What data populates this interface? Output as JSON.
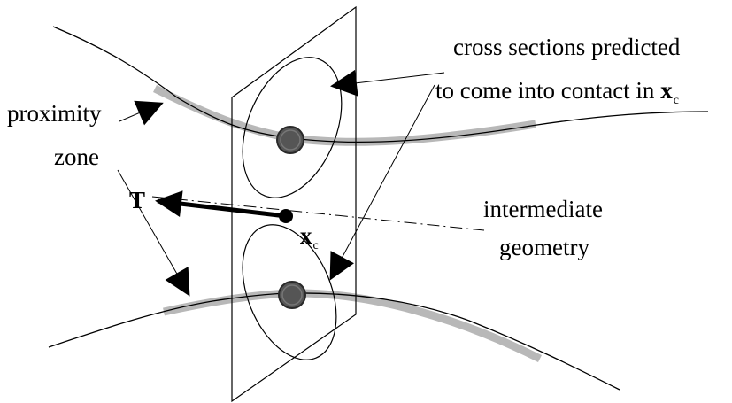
{
  "labels": {
    "cross_sections_line1": "cross sections predicted",
    "cross_sections_line2": "to come into contact in",
    "xc_symbol": "x",
    "xc_subscript": "c",
    "proximity_line1": "proximity",
    "proximity_line2": "zone",
    "intermediate_line1": "intermediate",
    "intermediate_line2": "geometry",
    "tangent_symbol": "T"
  },
  "colors": {
    "line": "#000000",
    "proximity_band": "#b8b8b8",
    "contact_point_fill": "#555555"
  }
}
